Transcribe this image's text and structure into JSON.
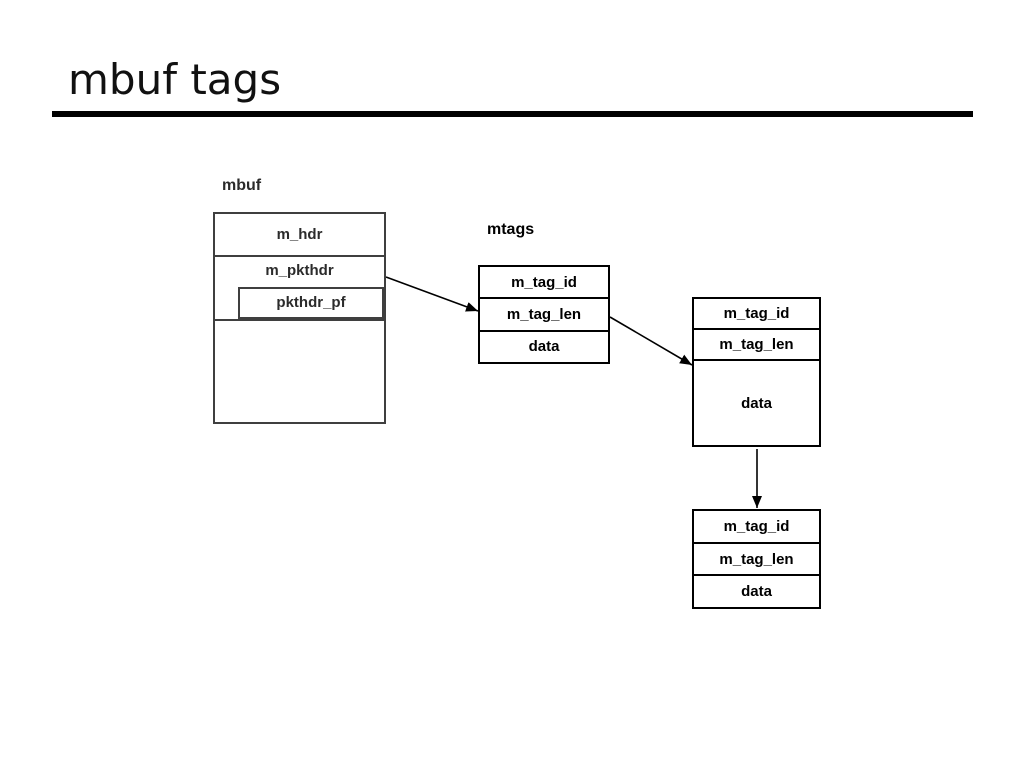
{
  "title": "mbuf tags",
  "colors": {
    "background": "#ffffff",
    "title_text": "#111111",
    "title_rule": "#000000",
    "mbuf_stroke": "#3f3f3f",
    "tag_stroke": "#000000",
    "arrow": "#000000"
  },
  "diagram": {
    "mbuf": {
      "label": "mbuf",
      "row_m_hdr": "m_hdr",
      "row_m_pkthdr": "m_pkthdr",
      "row_pkthdr_pf": "pkthdr_pf"
    },
    "mtags": {
      "label": "mtags",
      "rows": [
        "m_tag_id",
        "m_tag_len",
        "data"
      ]
    },
    "tag2": {
      "rows": [
        "m_tag_id",
        "m_tag_len",
        "data"
      ]
    },
    "tag3": {
      "rows": [
        "m_tag_id",
        "m_tag_len",
        "data"
      ]
    }
  }
}
